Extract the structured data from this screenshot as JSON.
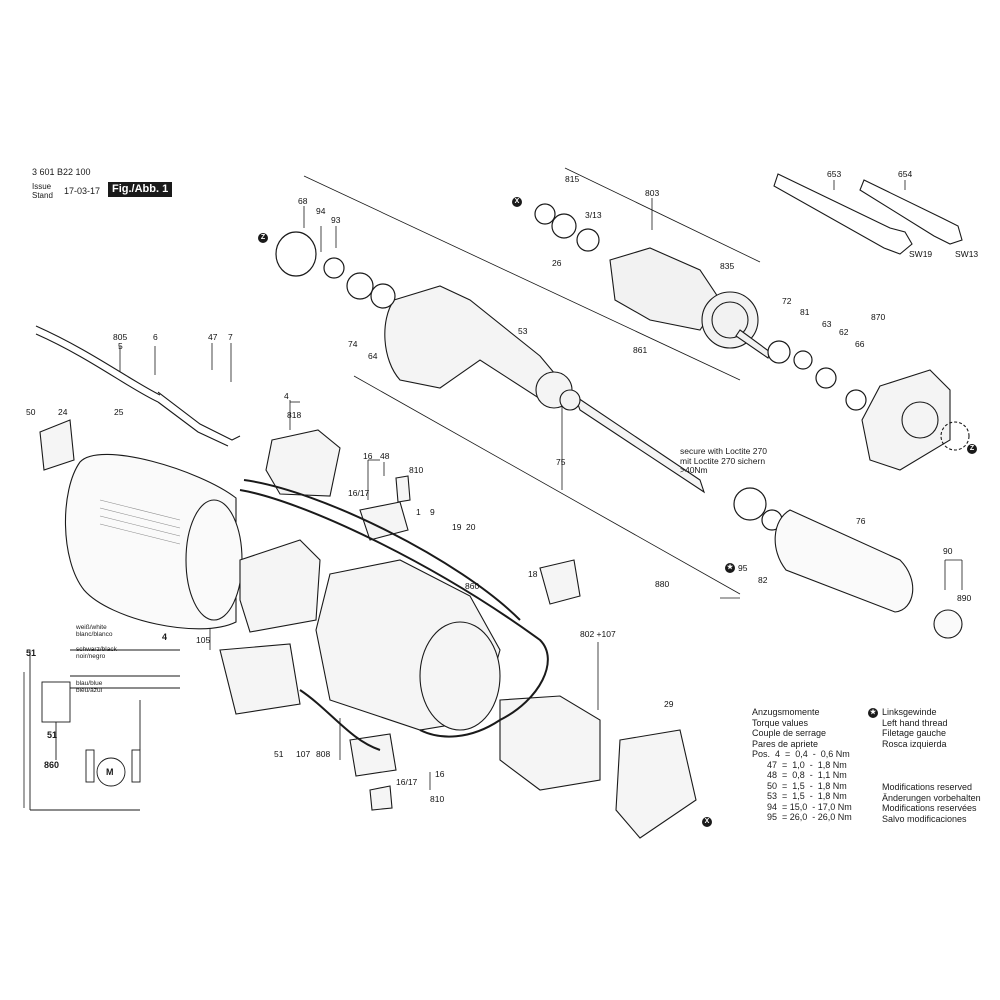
{
  "header": {
    "part_number": "3 601 B22 100",
    "issue_label": "Issue\nStand",
    "issue_date": "17-03-17",
    "figure_label": "Fig./Abb. 1"
  },
  "callouts": {
    "c68": "68",
    "c94": "94",
    "c93": "93",
    "c815": "815",
    "c803": "803",
    "c3_13": "3/13",
    "c26": "26",
    "c835": "835",
    "c653": "653",
    "c654": "654",
    "sw19": "SW19",
    "sw13": "SW13",
    "c805": "805",
    "c5": "5",
    "c6": "6",
    "c47": "47",
    "c7": "7",
    "c53": "53",
    "c74": "74",
    "c64": "64",
    "c861": "861",
    "c72": "72",
    "c81": "81",
    "c63": "63",
    "c62": "62",
    "c66": "66",
    "c870": "870",
    "c50": "50",
    "c24": "24",
    "c25": "25",
    "c4": "4",
    "c818": "818",
    "c16": "16",
    "c48": "48",
    "c16_17": "16/17",
    "c810": "810",
    "c1": "1",
    "c9": "9",
    "c19": "19",
    "c20": "20",
    "c75": "75",
    "c76": "76",
    "c95": "95",
    "c82": "82",
    "c880": "880",
    "c90": "90",
    "c890": "890",
    "c18": "18",
    "c860": "860",
    "c802_107": "802 +107",
    "c105": "105",
    "c29": "29",
    "c51": "51",
    "c107": "107",
    "c808": "808",
    "c16b": "16",
    "c16_17b": "16/17",
    "c810b": "810",
    "s_4": "4",
    "s_51": "51",
    "s_51b": "51",
    "s_860": "860",
    "motor": "M"
  },
  "wire_labels": {
    "white": "weiß/white\nblanc/blanco",
    "black": "schwarz/black\nnoir/negro",
    "blue": "blau/blue\nbleu/azul"
  },
  "loctite_note": "secure with Loctite 270\nmit Loctite 270 sichern\n>40Nm",
  "markers": {
    "x": "X",
    "z": "Z"
  },
  "torque": {
    "heading": "Anzugsmomente\nTorque values\nCouple de serrage\nPares de apriete",
    "rows": [
      "Pos.  4  =  0,4  -  0,6 Nm",
      "      47  =  1,0  -  1,8 Nm",
      "      48  =  0,8  -  1,1 Nm",
      "      50  =  1,5  -  1,8 Nm",
      "      53  =  1,5  -  1,8 Nm",
      "      94  = 15,0  - 17,0 Nm",
      "      95  = 26,0  - 26,0 Nm"
    ]
  },
  "thread_note": "Linksgewinde\nLeft hand thread\nFiletage gauche\nRosca izquierda",
  "modifications": "Modifications reserved\nÄnderungen vorbehalten\nModifications reservées\nSalvo modificaciones"
}
